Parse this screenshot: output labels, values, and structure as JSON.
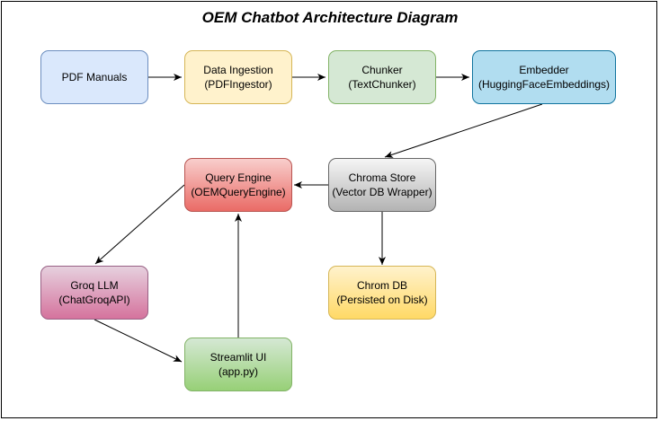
{
  "diagram": {
    "title": "OEM Chatbot Architecture Diagram",
    "nodes": {
      "pdf_manuals": {
        "lines": [
          "PDF Manuals"
        ],
        "fill": "#dae8fc",
        "stroke": "#6c8ebf"
      },
      "data_ingestion": {
        "lines": [
          "Data Ingestion",
          "(PDFIngestor)"
        ],
        "fill": "#fff2cc",
        "stroke": "#d6b656"
      },
      "chunker": {
        "lines": [
          "Chunker",
          "(TextChunker)"
        ],
        "fill": "#d5e8d4",
        "stroke": "#82b366"
      },
      "embedder": {
        "lines": [
          "Embedder",
          "(HuggingFaceEmbeddings)"
        ],
        "fill": "#b1ddf0",
        "stroke": "#10739e"
      },
      "chroma_store": {
        "lines": [
          "Chroma Store",
          "(Vector DB Wrapper)"
        ],
        "fill_from": "#f5f5f5",
        "fill_to": "#b3b3b3",
        "stroke": "#666666"
      },
      "query_engine": {
        "lines": [
          "Query Engine",
          "(OEMQueryEngine)"
        ],
        "fill_from": "#f8cecc",
        "fill_to": "#ea6b66",
        "stroke": "#b85450"
      },
      "groq_llm": {
        "lines": [
          "Groq LLM",
          "(ChatGroqAPI)"
        ],
        "fill_from": "#e6d0de",
        "fill_to": "#d5739d",
        "stroke": "#996185"
      },
      "chroma_db": {
        "lines": [
          "Chrom DB",
          "(Persisted on Disk)"
        ],
        "fill_from": "#fff2cc",
        "fill_to": "#ffd966",
        "stroke": "#d6b656"
      },
      "streamlit_ui": {
        "lines": [
          "Streamlit UI",
          "(app.py)"
        ],
        "fill_from": "#d5e8d4",
        "fill_to": "#97d077",
        "stroke": "#82b366"
      }
    },
    "edges": [
      {
        "from": "pdf_manuals",
        "to": "data_ingestion"
      },
      {
        "from": "data_ingestion",
        "to": "chunker"
      },
      {
        "from": "chunker",
        "to": "embedder"
      },
      {
        "from": "embedder",
        "to": "chroma_store"
      },
      {
        "from": "chroma_store",
        "to": "query_engine"
      },
      {
        "from": "chroma_store",
        "to": "chroma_db"
      },
      {
        "from": "query_engine",
        "to": "groq_llm"
      },
      {
        "from": "groq_llm",
        "to": "streamlit_ui"
      },
      {
        "from": "streamlit_ui",
        "to": "query_engine"
      }
    ],
    "colors": {
      "edge": "#000000",
      "frame": "#000000"
    }
  }
}
